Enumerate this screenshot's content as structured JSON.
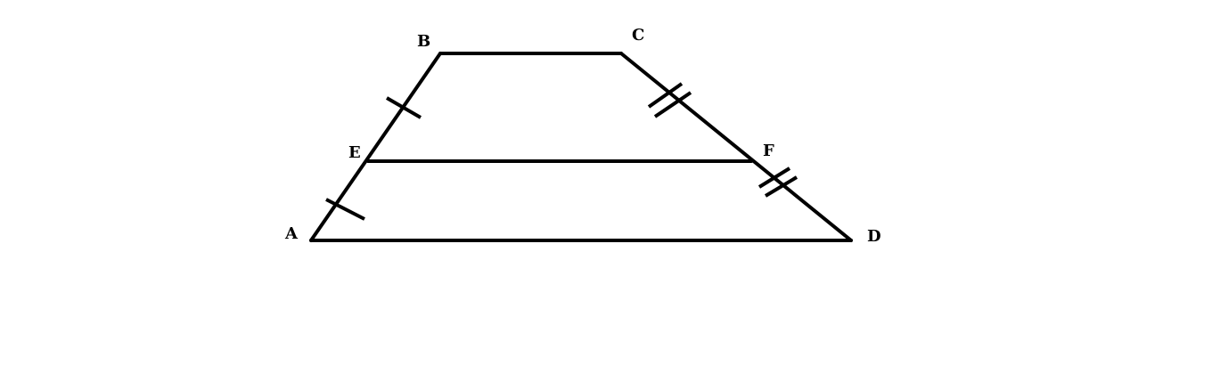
{
  "diagram": {
    "labels": {
      "A": "A",
      "B": "B",
      "C": "C",
      "D": "D",
      "E": "E",
      "F": "F"
    },
    "stroke_color": "#000000",
    "background": "#ffffff"
  }
}
